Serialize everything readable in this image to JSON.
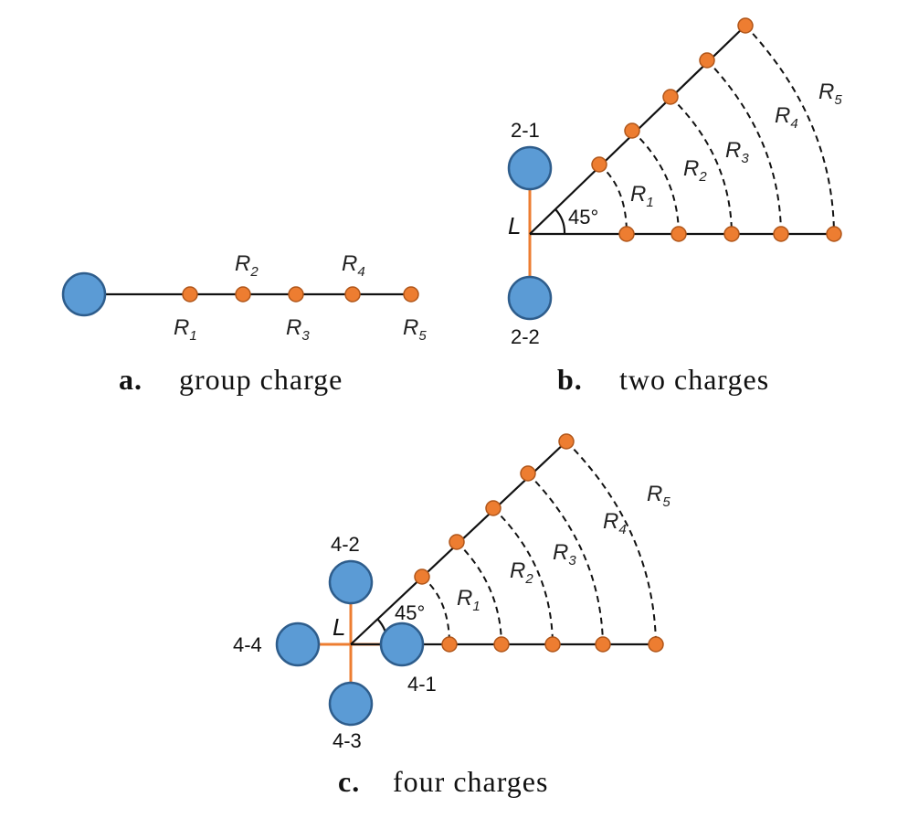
{
  "panel_a": {
    "caption_letter": "a.",
    "caption_text": "group charge",
    "labels": [
      "R1",
      "R2",
      "R3",
      "R4",
      "R5"
    ]
  },
  "panel_b": {
    "caption_letter": "b.",
    "caption_text": "two charges",
    "charges": [
      "2-1",
      "2-2"
    ],
    "center_label": "L",
    "angle_label": "45°",
    "labels": [
      "R1",
      "R2",
      "R3",
      "R4",
      "R5"
    ]
  },
  "panel_c": {
    "caption_letter": "c.",
    "caption_text": "four charges",
    "charges": [
      "4-1",
      "4-2",
      "4-3",
      "4-4"
    ],
    "center_label": "L",
    "angle_label": "45°",
    "labels": [
      "R1",
      "R2",
      "R3",
      "R4",
      "R5"
    ]
  },
  "colors": {
    "charge_fill": "#5b9bd5",
    "charge_stroke": "#2e5d8c",
    "site_fill": "#ed7d31",
    "bond": "#ed7d31",
    "line": "#111111"
  }
}
